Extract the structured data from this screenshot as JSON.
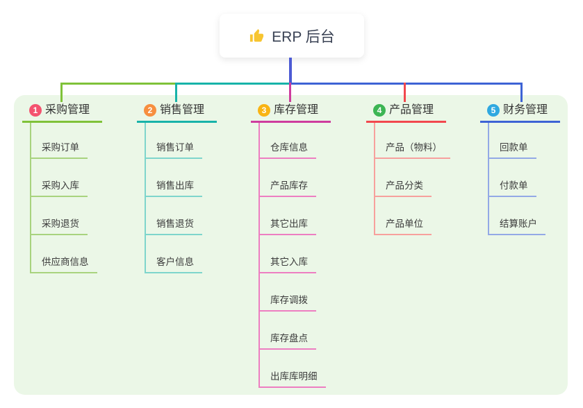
{
  "root": {
    "label": "ERP 后台",
    "icon": "thumbs-up-icon"
  },
  "colors": {
    "page_bg": "#FFFFFF",
    "panel_bg": "#EBF7E7",
    "root_stem": "#4C5BD4",
    "root_text": "#3A4254",
    "title_text": "#333333",
    "child_text": "#3B3B3B",
    "thumb_icon": "#F7C531"
  },
  "branches": [
    {
      "index": "1",
      "label": "采购管理",
      "badge_color": "#F4536F",
      "line_color": "#7FC239",
      "child_line_color": "#A8D37E",
      "children": [
        "采购订单",
        "采购入库",
        "采购退货",
        "供应商信息"
      ]
    },
    {
      "index": "2",
      "label": "销售管理",
      "badge_color": "#F78F3F",
      "line_color": "#17B3A9",
      "child_line_color": "#7ED5CC",
      "children": [
        "销售订单",
        "销售出库",
        "销售退货",
        "客户信息"
      ]
    },
    {
      "index": "3",
      "label": "库存管理",
      "badge_color": "#F9B414",
      "line_color": "#CE3C9E",
      "child_line_color": "#ED7EC1",
      "children": [
        "仓库信息",
        "产品库存",
        "其它出库",
        "其它入库",
        "库存调拨",
        "库存盘点",
        "出库库明细"
      ]
    },
    {
      "index": "4",
      "label": "产品管理",
      "badge_color": "#3CB553",
      "line_color": "#F2484E",
      "child_line_color": "#F7A09D",
      "children": [
        "产品（物料）",
        "产品分类",
        "产品单位"
      ]
    },
    {
      "index": "5",
      "label": "财务管理",
      "badge_color": "#2FA8E0",
      "line_color": "#3D63D5",
      "child_line_color": "#93A9E6",
      "children": [
        "回款单",
        "付款单",
        "结算账户"
      ]
    }
  ]
}
